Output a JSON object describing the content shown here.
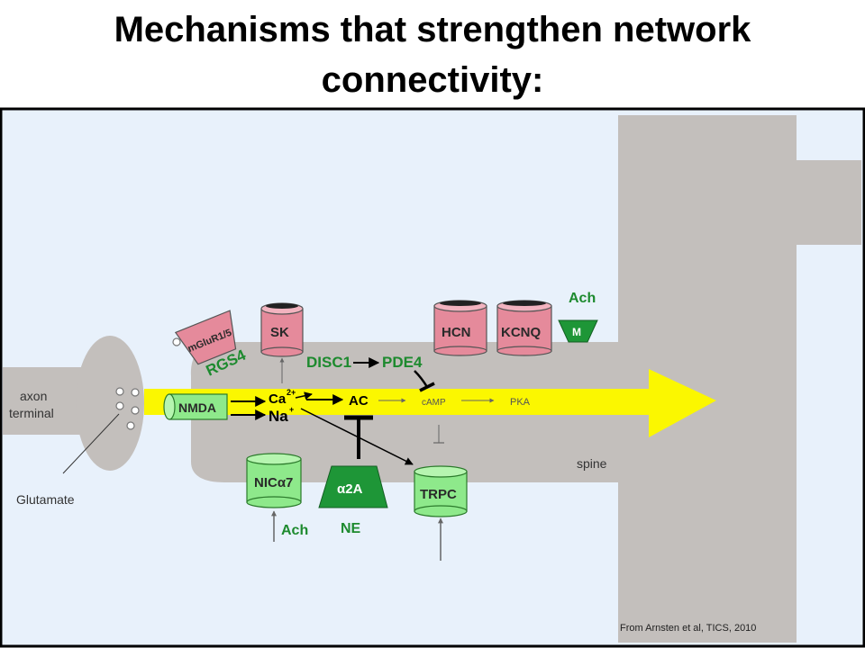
{
  "slide": {
    "title": "Mechanisms that strengthen network connectivity:"
  },
  "colors": {
    "background": "#e8f1fb",
    "tissue": "#c3bfbc",
    "arrow": "#fbf700",
    "pink_channel": "#e58a9b",
    "green_receptor": "#8ee98b",
    "dark_green": "#1e9637",
    "label_green": "#1d8a2e"
  },
  "diagram": {
    "axon_label": "axon terminal",
    "glutamate_label": "Glutamate",
    "nmda_label": "NMDA",
    "mglur_label": "mGluR1/5",
    "rgs4_label": "RGS4",
    "sk_label": "SK",
    "ca_label": "Ca",
    "ca_charge": "2+",
    "na_label": "Na",
    "na_charge": "+",
    "ac_label": "AC",
    "camp_label": "cAMP",
    "pka_label": "PKA",
    "disc1_label": "DISC1",
    "pde4_label": "PDE4",
    "hcn_label": "HCN",
    "kcnq_label": "KCNQ",
    "m_label": "M",
    "ach_top_label": "Ach",
    "nic_label": "NICα7",
    "ach_bottom_label": "Ach",
    "alpha2a_label": "α2A",
    "ne_label": "NE",
    "trpc_label": "TRPC",
    "spine_label": "spine",
    "citation": "From Arnsten et al, TICS, 2010"
  }
}
